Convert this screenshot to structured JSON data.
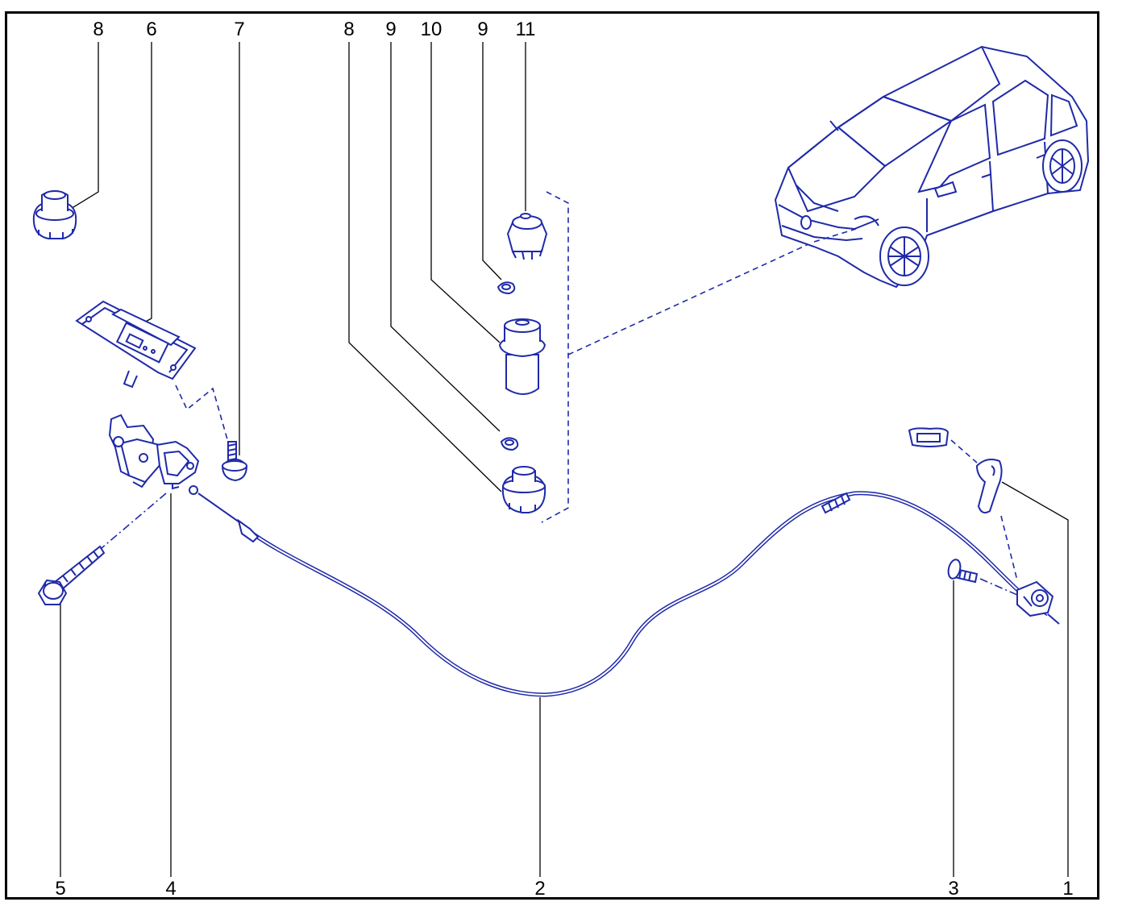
{
  "diagram": {
    "labels": {
      "top_8a": "8",
      "top_6": "6",
      "top_7": "7",
      "top_8b": "8",
      "top_9a": "9",
      "top_10": "10",
      "top_9b": "9",
      "top_11": "11",
      "bottom_5": "5",
      "bottom_4": "4",
      "bottom_2": "2",
      "bottom_3": "3",
      "bottom_1": "1"
    },
    "colors": {
      "line_art": "#1f2aa8",
      "frame": "#000000",
      "background": "#ffffff"
    }
  }
}
